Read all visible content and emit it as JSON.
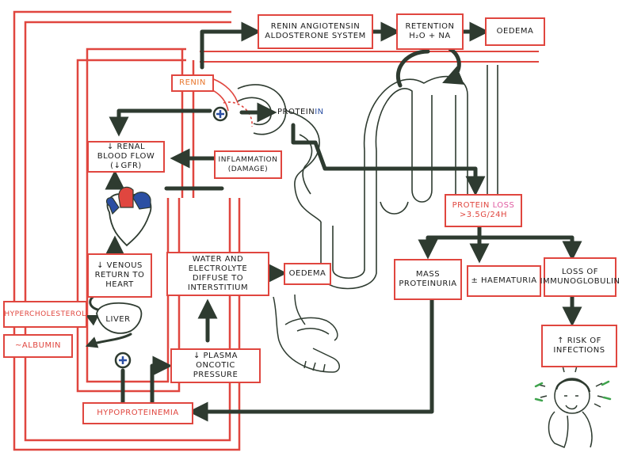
{
  "colors": {
    "red": "#e0463f",
    "dark": "#2e3b30",
    "blue": "#2b4fa3",
    "orange": "#e8772e",
    "pink": "#e05aa0"
  },
  "icons": [
    "plus-icon",
    "heart-icon",
    "liver-icon",
    "swollen-foot-icon",
    "coughing-person-icon"
  ],
  "nodes": {
    "raas": "Renin Angiotensin Aldosterone System",
    "retention": "Retention H₂O + Na",
    "oedema_top": "Oedema",
    "renin": "Renin",
    "protein_a": "Protein",
    "protein_b": "in",
    "renal_blood_flow": "↓ Renal blood flow (↓GFR)",
    "inflammation": "Inflammation (damage)",
    "protein_loss_a": "Protein",
    "protein_loss_b": "loss",
    "protein_loss_c": ">3.5g/24h",
    "venous_return": "↓ Venous return to heart",
    "water_diffuse": "Water and electrolyte diffuse to interstitium",
    "oedema_mid": "Oedema",
    "hypercholesterol": "Hypercholesterol",
    "liver": "Liver",
    "albumin": "~Albumin",
    "plasma_oncotic": "↓ Plasma oncotic pressure",
    "hypoproteinemia": "Hypoproteinemia",
    "mass_proteinuria": "Mass proteinuria",
    "haematuria": "± Haematuria",
    "loss_immunoglobulin": "Loss of immunoglobulin",
    "risk_infections": "↑ Risk of infections"
  }
}
